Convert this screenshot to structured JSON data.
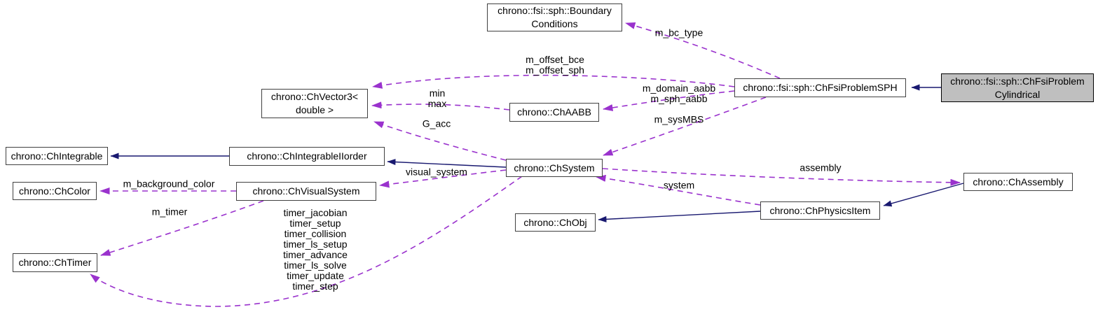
{
  "diagram": {
    "kind": "doxygen-collaboration-graph",
    "colors": {
      "background": "#ffffff",
      "node_fill": "#ffffff",
      "node_border": "#404040",
      "current_node_fill": "#bfbfbf",
      "current_node_border": "#000000",
      "inheritance_edge": "#191970",
      "usage_edge": "#9a32cd",
      "text": "#000000"
    },
    "nodes": [
      {
        "id": "boundary-conditions",
        "label": "chrono::fsi::sph::Boundary\nConditions"
      },
      {
        "id": "fsi-problem-sph",
        "label": "chrono::fsi::sph::ChFsiProblemSPH"
      },
      {
        "id": "fsi-problem-cylindrical",
        "label": "chrono::fsi::sph::ChFsiProblem\nCylindrical",
        "current": true
      },
      {
        "id": "vector3-double",
        "label": "chrono::ChVector3<\ndouble >"
      },
      {
        "id": "aabb",
        "label": "chrono::ChAABB"
      },
      {
        "id": "integrable",
        "label": "chrono::ChIntegrable"
      },
      {
        "id": "integrable-ii-order",
        "label": "chrono::ChIntegrableIIorder"
      },
      {
        "id": "system",
        "label": "chrono::ChSystem"
      },
      {
        "id": "color",
        "label": "chrono::ChColor"
      },
      {
        "id": "visual-system",
        "label": "chrono::ChVisualSystem"
      },
      {
        "id": "timer",
        "label": "chrono::ChTimer"
      },
      {
        "id": "obj",
        "label": "chrono::ChObj"
      },
      {
        "id": "physics-item",
        "label": "chrono::ChPhysicsItem"
      },
      {
        "id": "assembly",
        "label": "chrono::ChAssembly"
      }
    ],
    "edges": [
      {
        "from": "fsi-problem-cylindrical",
        "to": "fsi-problem-sph",
        "relation": "inheritance",
        "label": ""
      },
      {
        "from": "integrable-ii-order",
        "to": "integrable",
        "relation": "inheritance",
        "label": ""
      },
      {
        "from": "system",
        "to": "integrable-ii-order",
        "relation": "inheritance",
        "label": ""
      },
      {
        "from": "physics-item",
        "to": "obj",
        "relation": "inheritance",
        "label": ""
      },
      {
        "from": "assembly",
        "to": "physics-item",
        "relation": "inheritance",
        "label": ""
      },
      {
        "from": "fsi-problem-sph",
        "to": "boundary-conditions",
        "relation": "usage",
        "label": "m_bc_type"
      },
      {
        "from": "fsi-problem-sph",
        "to": "vector3-double",
        "relation": "usage",
        "label": "m_offset_bce\nm_offset_sph"
      },
      {
        "from": "aabb",
        "to": "vector3-double",
        "relation": "usage",
        "label": "min\nmax"
      },
      {
        "from": "system",
        "to": "vector3-double",
        "relation": "usage",
        "label": "G_acc"
      },
      {
        "from": "fsi-problem-sph",
        "to": "aabb",
        "relation": "usage",
        "label": "m_domain_aabb\nm_sph_aabb"
      },
      {
        "from": "fsi-problem-sph",
        "to": "system",
        "relation": "usage",
        "label": "m_sysMBS"
      },
      {
        "from": "system",
        "to": "visual-system",
        "relation": "usage",
        "label": "visual_system"
      },
      {
        "from": "physics-item",
        "to": "system",
        "relation": "usage",
        "label": "system"
      },
      {
        "from": "system",
        "to": "assembly",
        "relation": "usage",
        "label": "assembly"
      },
      {
        "from": "visual-system",
        "to": "color",
        "relation": "usage",
        "label": "m_background_color"
      },
      {
        "from": "visual-system",
        "to": "timer",
        "relation": "usage",
        "label": "m_timer"
      },
      {
        "from": "system",
        "to": "timer",
        "relation": "usage",
        "label": "timer_jacobian\ntimer_setup\ntimer_collision\ntimer_ls_setup\ntimer_advance\ntimer_ls_solve\ntimer_update\ntimer_step"
      }
    ]
  }
}
